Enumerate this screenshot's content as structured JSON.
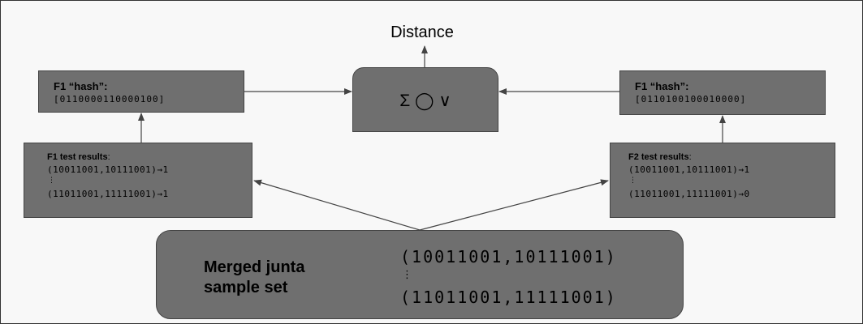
{
  "top_label": "Distance",
  "combiner": {
    "symbol": "Σ ◯ ∨"
  },
  "left_hash": {
    "title": "F1 “hash”:",
    "bits": "[0110000110000100]"
  },
  "right_hash": {
    "title": "F1 “hash”:",
    "bits": "[0110100100010000]"
  },
  "left_tests": {
    "title": "F1 test results",
    "colon": ":",
    "row1": "(10011001,10111001)→1",
    "ellipsis": "⋮",
    "row2": "(11011001,11111001)→1"
  },
  "right_tests": {
    "title": "F2 test results",
    "colon": ":",
    "row1": "(10011001,10111001)→1",
    "ellipsis": "⋮",
    "row2": "(11011001,11111001)→0"
  },
  "sample_set": {
    "label_line1": "Merged junta",
    "label_line2": "sample set",
    "row1": "(10011001,10111001)",
    "ellipsis": "⋮",
    "row2": "(11011001,11111001)"
  },
  "colors": {
    "box_fill": "#6f6f6f",
    "background": "#f8f8f8",
    "line": "#444444"
  }
}
